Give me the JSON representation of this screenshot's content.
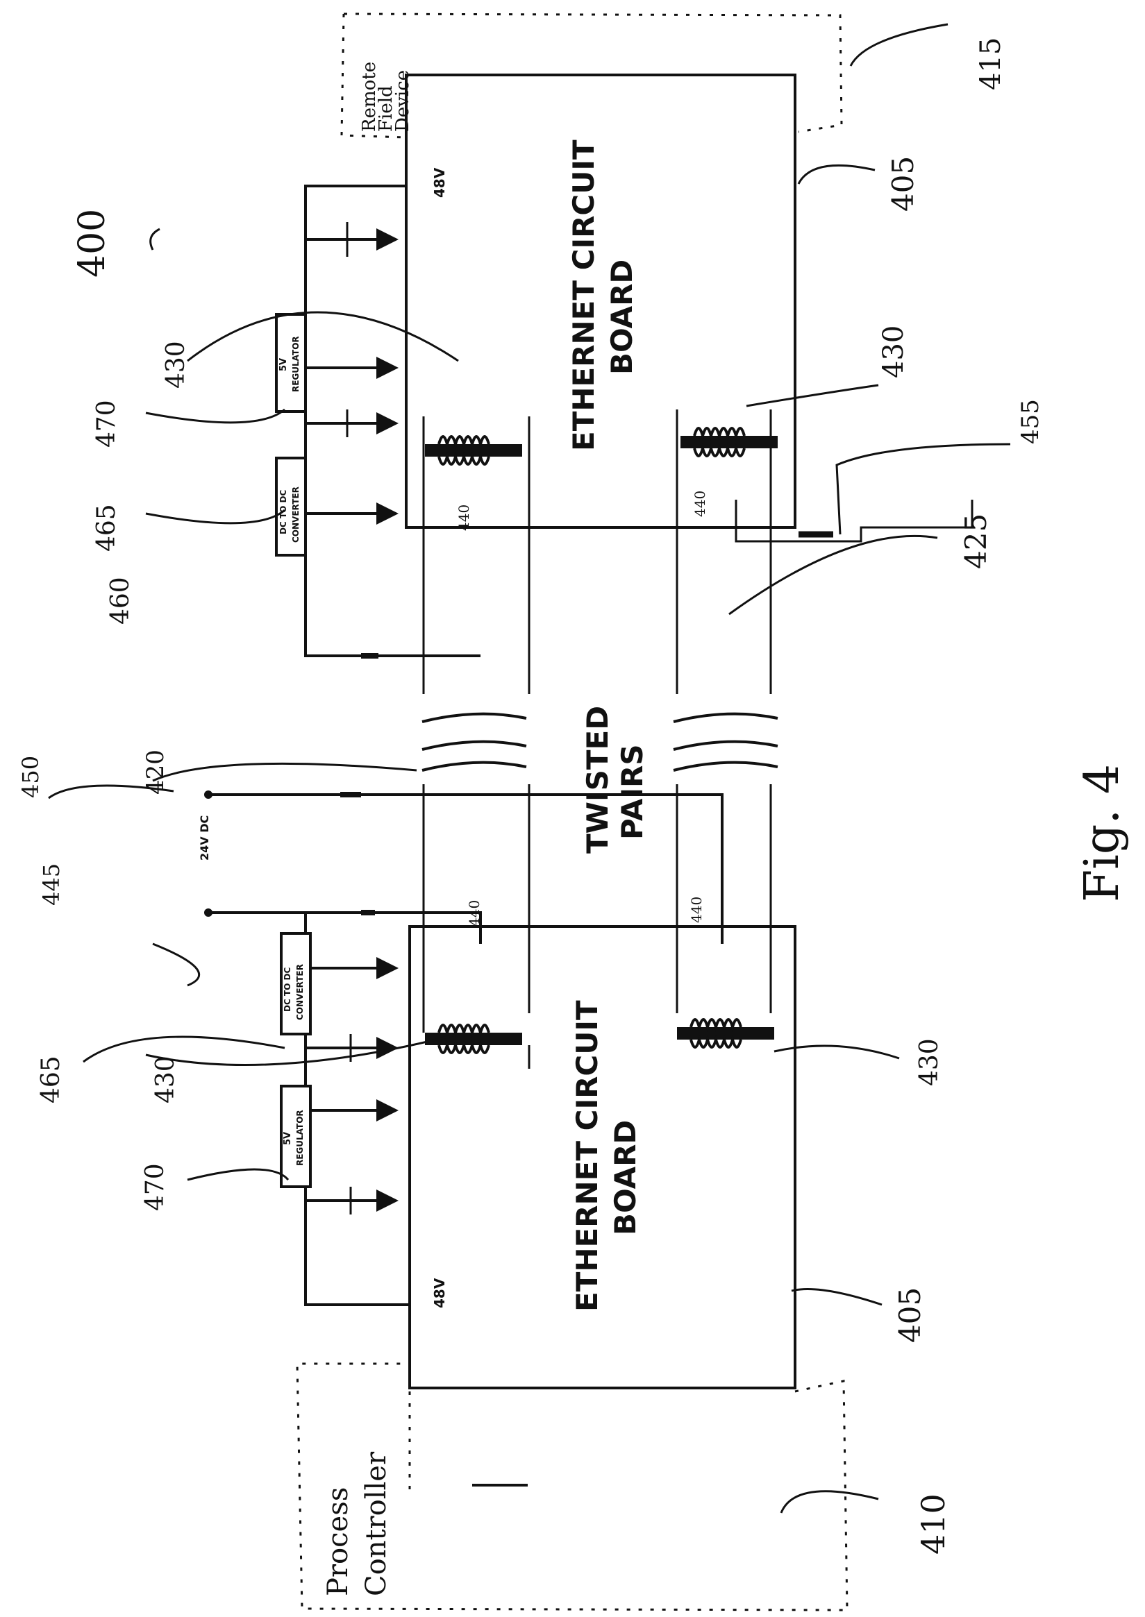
{
  "figure": {
    "number": "400",
    "caption": "Fig. 4"
  },
  "boards": {
    "top": {
      "label_line1": "ETHERNET CIRCUIT",
      "label_line2": "BOARD",
      "voltage": "48V"
    },
    "bottom": {
      "label_line1": "ETHERNET CIRCUIT",
      "label_line2": "BOARD",
      "voltage": "48V"
    }
  },
  "cable": {
    "line1": "TWISTED",
    "line2": "PAIRS"
  },
  "devices": {
    "remote": {
      "line1": "Remote",
      "line2": "Field",
      "line3": "Device"
    },
    "controller": {
      "line1": "Process",
      "line2": "Controller"
    }
  },
  "blocks": {
    "converter": {
      "line1": "DC TO DC",
      "line2": "CONVERTER"
    },
    "regulator": {
      "line1": "5V",
      "line2": "REGULATOR"
    },
    "supply": "24V DC"
  },
  "refs": {
    "r400": "400",
    "r405a": "405",
    "r405b": "405",
    "r410": "410",
    "r415": "415",
    "r420": "420",
    "r425": "425",
    "r430a": "430",
    "r430b": "430",
    "r430c": "430",
    "r430d": "430",
    "r440a": "440",
    "r440b": "440",
    "r440c": "440",
    "r440d": "440",
    "r445": "445",
    "r450": "450",
    "r455": "455",
    "r460": "460",
    "r465a": "465",
    "r465b": "465",
    "r470a": "470",
    "r470b": "470"
  }
}
